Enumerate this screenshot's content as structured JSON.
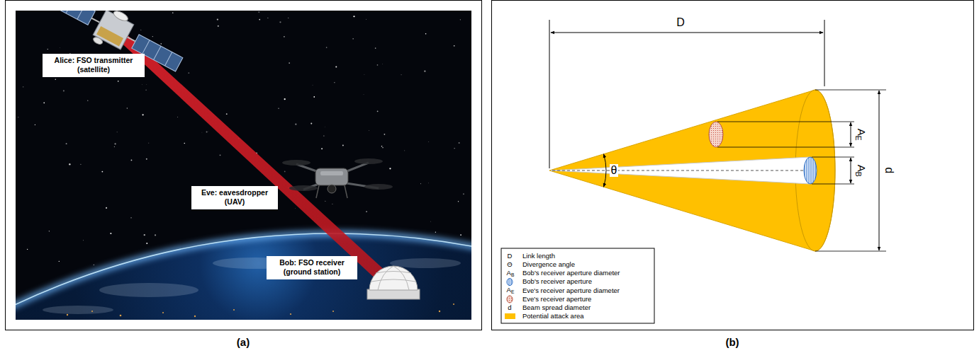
{
  "diagram": {
    "nodes": [
      {
        "text": [
          "Alice: FSO transmitter (satellite)"
        ]
      },
      {
        "text": [
          "Eve: eavesdropper (UAV)"
        ]
      },
      {
        "text": [
          "Bob: FSO receiver (ground station)"
        ]
      }
    ],
    "labels": [
      "D",
      "θ",
      "AE",
      "AB",
      "d",
      "D",
      "Θ",
      "AB",
      "AE",
      "d",
      "(a)",
      "(b)"
    ],
    "legend": [
      {
        "text": "Link length"
      },
      {
        "text": "Divergence angle"
      },
      {
        "text": "Bob's receiver aperture diameter"
      },
      {
        "text": "Bob's receiver aperture"
      },
      {
        "text": "Eve's receiver aperture diameter"
      },
      {
        "text": "Eve's receiver aperture"
      },
      {
        "text": "Beam spread diameter"
      },
      {
        "text": "Potential attack area",
        "color": "#FFC000"
      }
    ]
  }
}
